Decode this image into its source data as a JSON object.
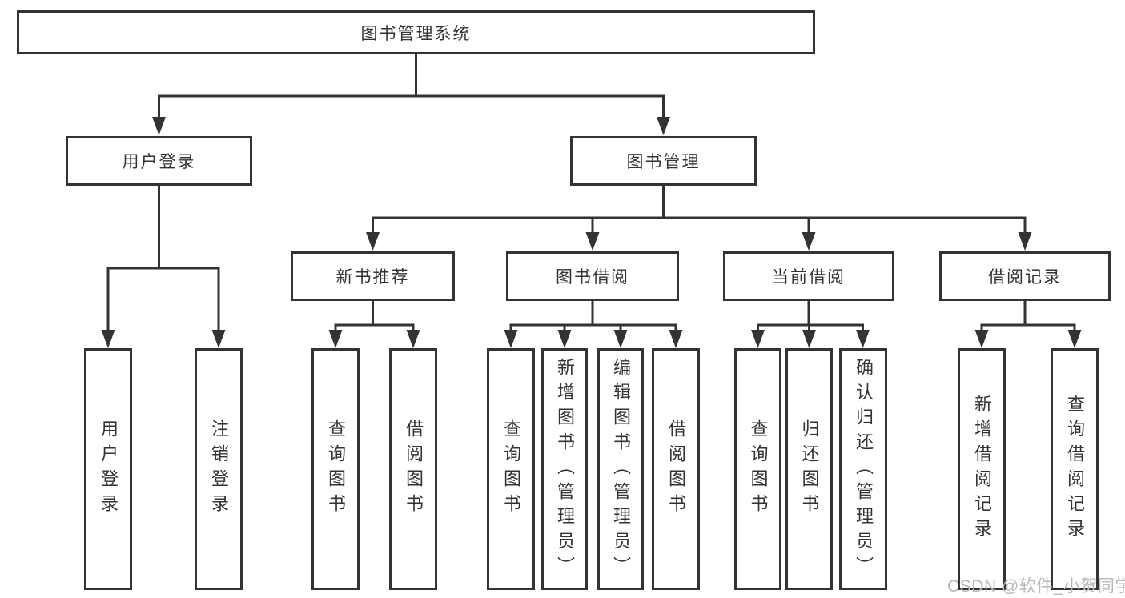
{
  "diagram": {
    "root": {
      "label": "图书管理系统"
    },
    "branches": [
      {
        "label": "用户登录",
        "children": [
          "用户登录",
          "注销登录"
        ]
      },
      {
        "label": "图书管理",
        "sections": [
          {
            "label": "新书推荐",
            "children": [
              "查询图书",
              "借阅图书"
            ]
          },
          {
            "label": "图书借阅",
            "children": [
              "查询图书",
              "新增图书（管理员）",
              "编辑图书（管理员）",
              "借阅图书"
            ]
          },
          {
            "label": "当前借阅",
            "children": [
              "查询图书",
              "归还图书",
              "确认归还（管理员）"
            ]
          },
          {
            "label": "借阅记录",
            "children": [
              "新增借阅记录",
              "查询借阅记录"
            ]
          }
        ]
      }
    ]
  },
  "colors": {
    "line": "#333333",
    "text": "#333333",
    "background": "#ffffff",
    "watermark": "#b9b9b9"
  },
  "watermark": {
    "text": "CSDN @软件_小贺同学"
  }
}
